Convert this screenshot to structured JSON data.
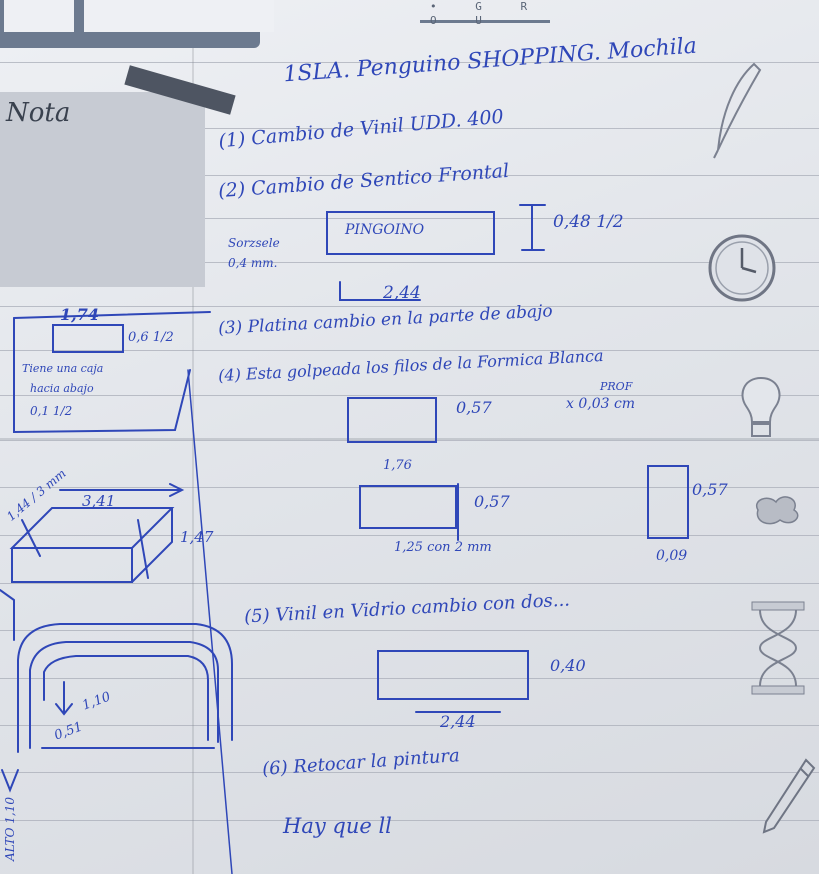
{
  "header": {
    "brand_fragment": "• G R O U"
  },
  "nota_label": "Nota",
  "title": "1SLA. Penguino SHOPPING. Mochila",
  "items": [
    {
      "number": "1",
      "text": "Cambio de Vinil UDD. 400"
    },
    {
      "number": "2",
      "text": "Cambio de Sentico Frontal"
    },
    {
      "number": "3",
      "text": "Platina cambio en la parte de abajo"
    },
    {
      "number": "4",
      "text": "Esta golpeada los filos de la Formica Blanca"
    },
    {
      "number": "5",
      "text": "Vinil en Vidrio cambio con dos..."
    },
    {
      "number": "6",
      "text": "Retocar la pintura"
    }
  ],
  "footer_text": "Hay que ll",
  "sketches": {
    "logo_box": {
      "label": "PINGOINO",
      "left_note_1": "Sorzsele",
      "left_note_2": "0,4 mm.",
      "height": "0,48 1/2",
      "width": "2,44"
    },
    "left_box": {
      "top": "1,74",
      "side": "0,6 1/2",
      "note_1": "Tiene una caja",
      "note_2": "hacia abajo",
      "note_3": "0,1 1/2"
    },
    "formica_1": {
      "size": "0,57",
      "prof_label": "PROF",
      "prof_value": "x 0,03 cm",
      "bottom": "1,76"
    },
    "formica_2": {
      "height": "0,57",
      "bottom": "1,25 con 2 mm"
    },
    "formica_3": {
      "height": "0,57",
      "bottom": "0,09"
    },
    "box_3d": {
      "top": "3,41",
      "side": "1,44 / 3 mm",
      "right": "1,47"
    },
    "arch": {
      "left_1": "0,51",
      "left_2": "1,10",
      "vertical": "ALTO 1,10"
    },
    "vinyl_box": {
      "height": "0,40",
      "width": "2,44"
    }
  },
  "colors": {
    "ink": "#2f47b8",
    "paper": "#e6e8ec",
    "lines": "#a9aeb8",
    "header": "#6c7a8f"
  },
  "icons": [
    "quill-icon",
    "clock-icon",
    "lightbulb-icon",
    "hourglass-icon",
    "pencil-icon",
    "ink-splash-icon"
  ]
}
